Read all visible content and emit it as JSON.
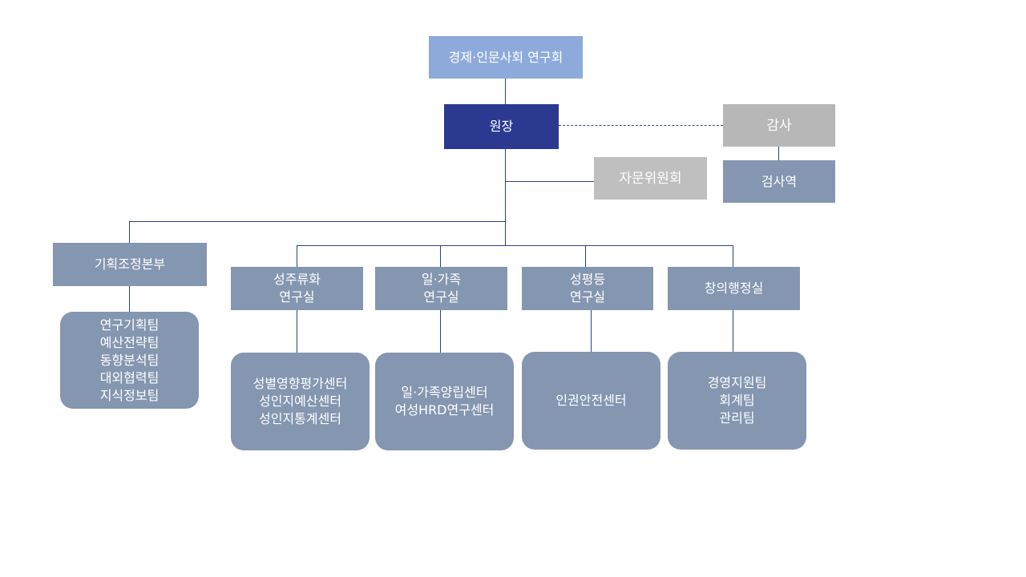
{
  "council": "경제·인문사회 연구회",
  "president": "원장",
  "audit": "감사",
  "auditor": "검사역",
  "advisory": "자문위원회",
  "departments": [
    {
      "name": "기획조정본부",
      "teams": "연구기획팀\n예산전략팀\n동향분석팀\n대외협력팀\n지식정보팀"
    },
    {
      "name": "성주류화\n연구실",
      "teams": "성별영향평가센터\n성인지예산센터\n성인지통계센터"
    },
    {
      "name": "일·가족\n연구실",
      "teams": "일·가족양립센터\n여성HRD연구센터"
    },
    {
      "name": "성평등\n연구실",
      "teams": "인권안전센터"
    },
    {
      "name": "창의행정실",
      "teams": "경영지원팀\n회계팀\n관리팀"
    }
  ],
  "colors": {
    "council": "#8eaadb",
    "president": "#2b3990",
    "audit": "#b7b7b7",
    "department": "#8496b0",
    "connector": "#2f3f8f"
  }
}
